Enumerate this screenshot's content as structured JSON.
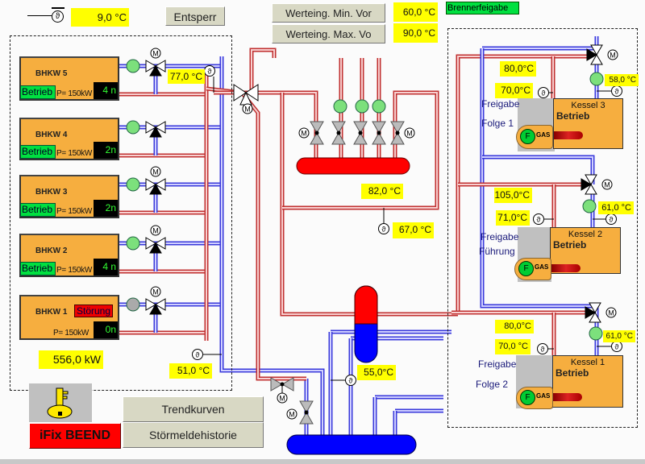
{
  "header": {
    "outdoor_temp": "9,0 °C",
    "unlock_button": "Entsperr",
    "min_button": "Werteing. Min. Vor",
    "max_button": "Werteing. Max. Vo",
    "min_value": "60,0 °C",
    "max_value": "90,0 °C",
    "burner_release": "Brennerfeigabe"
  },
  "bhkw": [
    {
      "name": "BHKW 5",
      "status": "Betrieb",
      "power": "P= 150kW",
      "runtime": "4 n"
    },
    {
      "name": "BHKW  4",
      "status": "Betrieb",
      "power": "P= 150kW",
      "runtime": "2n"
    },
    {
      "name": "BHKW 3",
      "status": "Betrieb",
      "power": "P= 150kW",
      "runtime": "2n"
    },
    {
      "name": "BHKW 2",
      "status": "Betrieb",
      "power": "P= 150kW",
      "runtime": "4 n"
    },
    {
      "name": "BHKW 1",
      "status": "Störung",
      "power": "P= 150kW",
      "runtime": "0n"
    }
  ],
  "bhkw_total_power": "556,0 kW",
  "bhkw_supply_temp": "77,0 °C",
  "bhkw_return_temp": "51,0 °C",
  "distributor_temp": "82,0 °C",
  "return_temp": "67,0 °C",
  "separator_temp": "55,0°C",
  "boilers": [
    {
      "name": "Kessel 3",
      "status": "Betrieb",
      "supply": "80,0°C",
      "return": "70,0°C",
      "pump_temp": "58,0 °C",
      "release": "Freigabe",
      "mode": "Folge 1",
      "fuel": "GAS",
      "flame": "F"
    },
    {
      "name": "Kessel 2",
      "status": "Betrieb",
      "supply": "105,0°C",
      "return": "71,0°C",
      "pump_temp": "61,0 °C",
      "release": "Freigabe",
      "mode": "Führung",
      "fuel": "GAS",
      "flame": "F"
    },
    {
      "name": "Kessel 1",
      "status": "Betrieb",
      "supply": "80,0°C",
      "return": "70,0 °C",
      "pump_temp": "61,0 °C",
      "release": "Freigabe",
      "mode": "Folge 2",
      "fuel": "GAS",
      "flame": "F"
    }
  ],
  "buttons": {
    "exit": "iFix BEEND",
    "trend": "Trendkurven",
    "alarm_history": "Störmeldehistorie"
  },
  "symbols": {
    "motor": "M",
    "sensor": "ϑ"
  },
  "colors": {
    "value_bg": "#ffff00",
    "running": "#00e040",
    "fault": "#e00000",
    "unit": "#f6ae3f",
    "supply_pipe": "#c03030",
    "return_pipe": "#3a3adb"
  }
}
